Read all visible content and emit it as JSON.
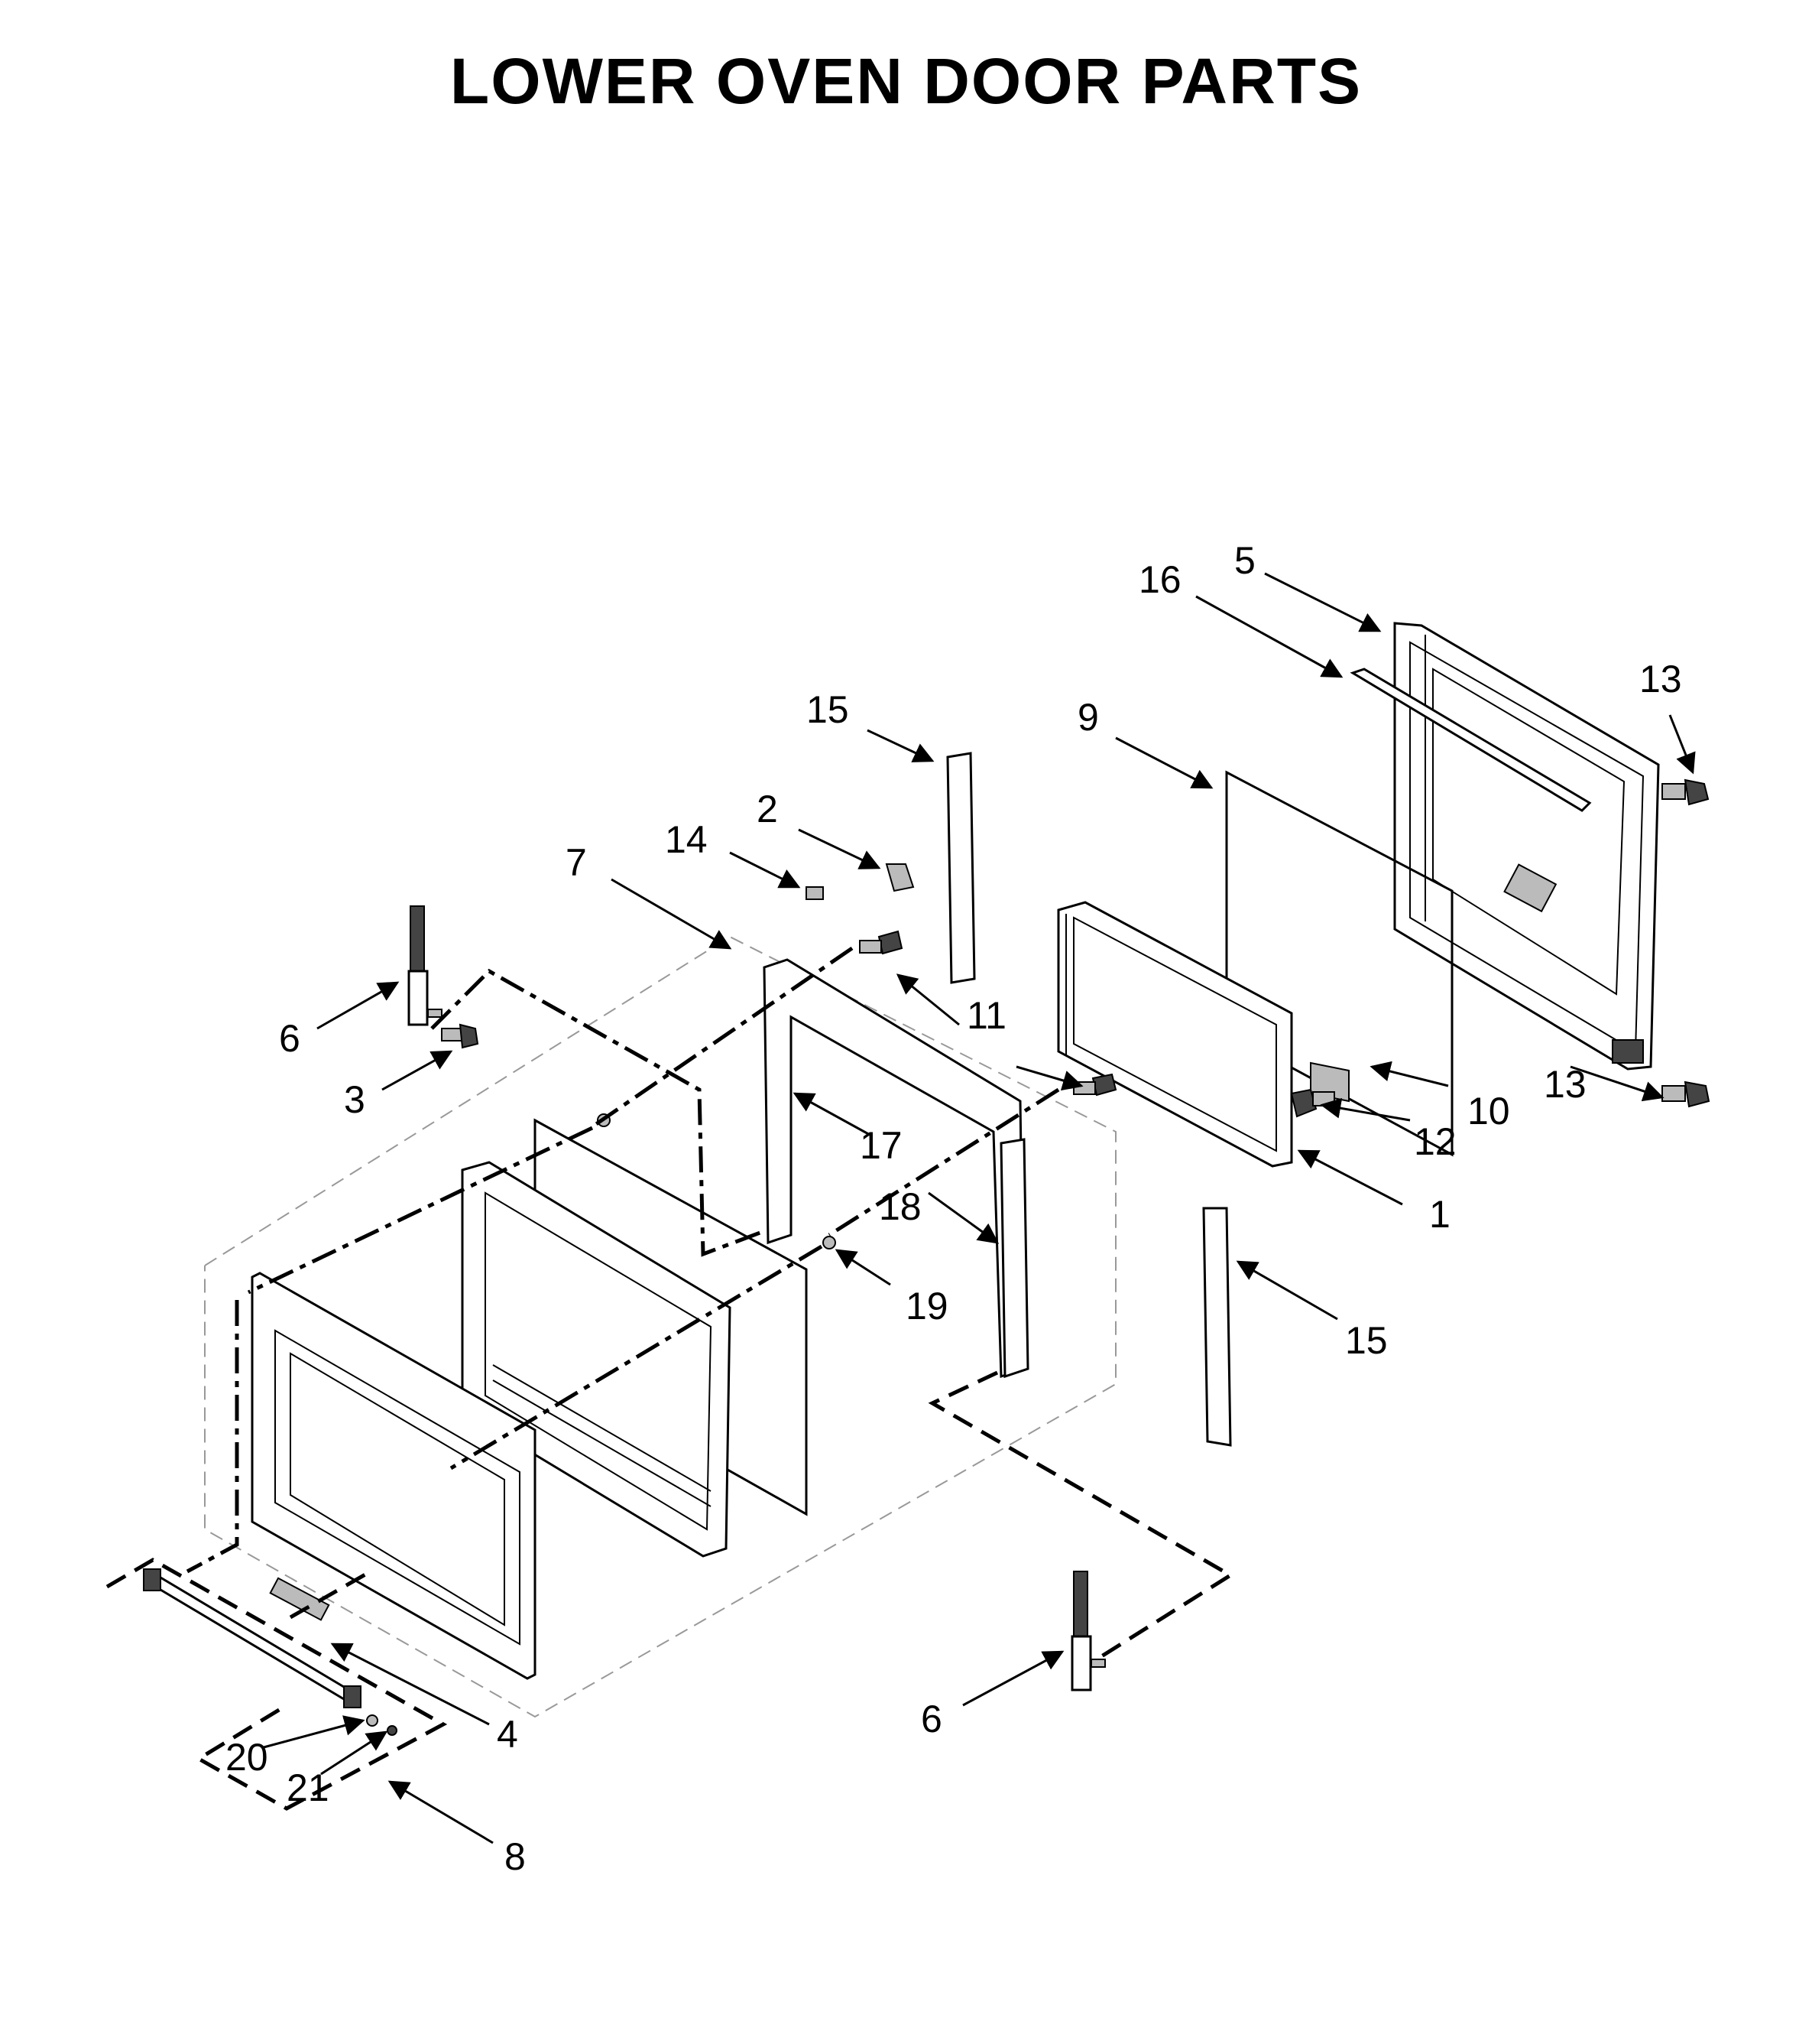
{
  "title": "LOWER OVEN DOOR PARTS",
  "callouts": [
    {
      "id": "c1",
      "label": "1"
    },
    {
      "id": "c2",
      "label": "2"
    },
    {
      "id": "c3",
      "label": "3"
    },
    {
      "id": "c4",
      "label": "4"
    },
    {
      "id": "c5",
      "label": "5"
    },
    {
      "id": "c6a",
      "label": "6"
    },
    {
      "id": "c6b",
      "label": "6"
    },
    {
      "id": "c7",
      "label": "7"
    },
    {
      "id": "c8",
      "label": "8"
    },
    {
      "id": "c9",
      "label": "9"
    },
    {
      "id": "c10",
      "label": "10"
    },
    {
      "id": "c11",
      "label": "11"
    },
    {
      "id": "c12",
      "label": "12"
    },
    {
      "id": "c13a",
      "label": "13"
    },
    {
      "id": "c13b",
      "label": "13"
    },
    {
      "id": "c14",
      "label": "14"
    },
    {
      "id": "c15a",
      "label": "15"
    },
    {
      "id": "c15b",
      "label": "15"
    },
    {
      "id": "c16",
      "label": "16"
    },
    {
      "id": "c17",
      "label": "17"
    },
    {
      "id": "c18",
      "label": "18"
    },
    {
      "id": "c19",
      "label": "19"
    },
    {
      "id": "c20",
      "label": "20"
    },
    {
      "id": "c21",
      "label": "21"
    }
  ]
}
